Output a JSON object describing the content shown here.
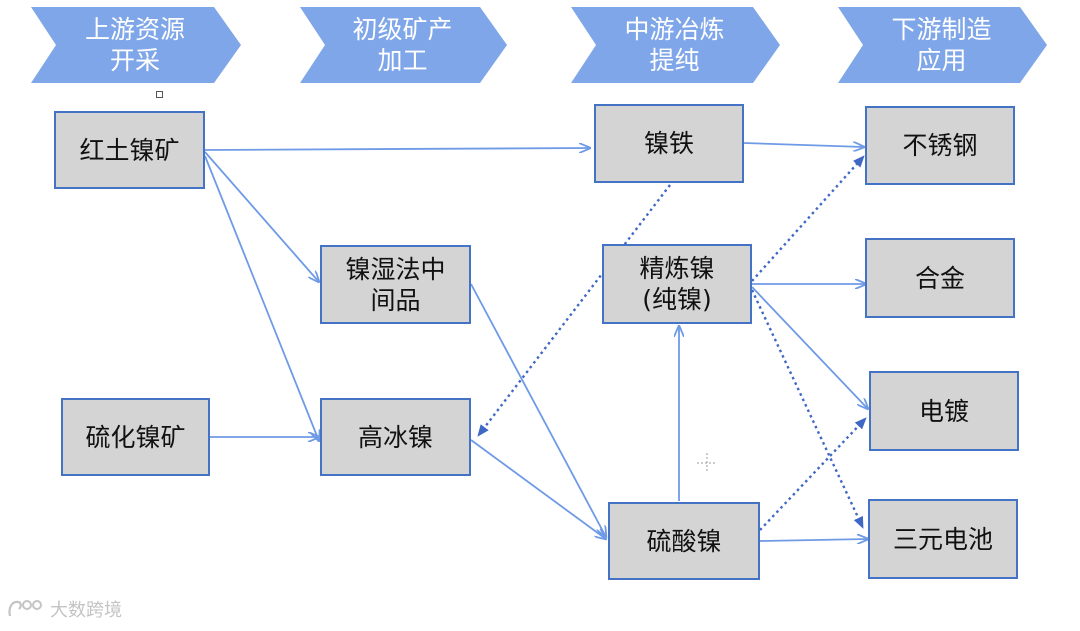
{
  "colors": {
    "stage_fill": "#7fa6e8",
    "node_fill": "#d4d4d4",
    "node_border": "#4472c4",
    "arrow": "#6f9ae6",
    "dotted_arrow": "#3f68c4"
  },
  "stages": [
    {
      "label": "上游资源\n开采"
    },
    {
      "label": "初级矿产\n加工"
    },
    {
      "label": "中游冶炼\n提纯"
    },
    {
      "label": "下游制造\n应用"
    }
  ],
  "nodes": {
    "laterite": "红土镍矿",
    "sulfide": "硫化镍矿",
    "mhp": "镍湿法中\n间品",
    "matte": "高冰镍",
    "nickel_iron": "镍铁",
    "refined": "精炼镍\n(纯镍)",
    "sulfate": "硫酸镍",
    "stainless": "不锈钢",
    "alloy": "合金",
    "plating": "电镀",
    "battery": "三元电池"
  },
  "watermark": {
    "text": "大数跨境",
    "icon": "brand-logo-icon"
  }
}
